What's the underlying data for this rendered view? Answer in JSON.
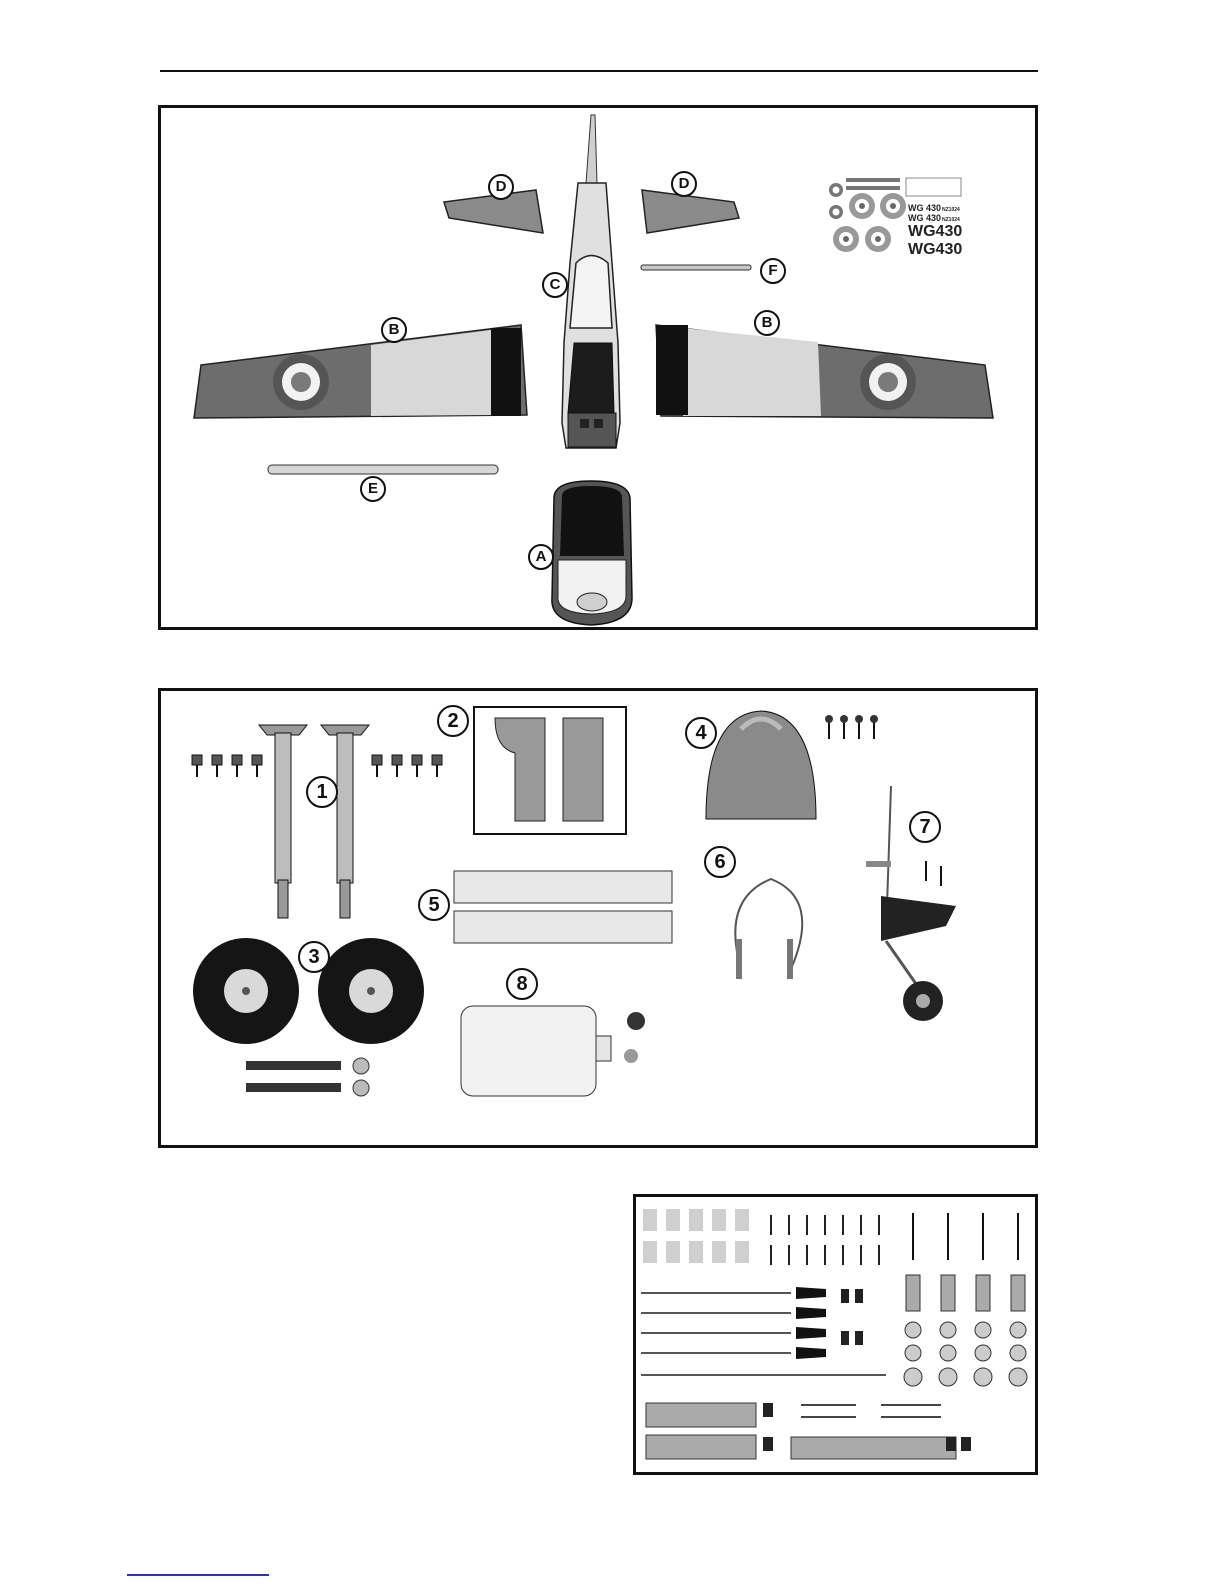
{
  "airframe_panel": {
    "labels": {
      "cowl": "A",
      "wing_left": "B",
      "wing_right": "B",
      "fuselage": "C",
      "stab_left": "D",
      "stab_right": "D",
      "wing_tube": "E",
      "stab_tube": "F"
    },
    "decals": {
      "serial_small_1": "WG 430",
      "serial_small_2": "WG 430",
      "code_small_1": "NZ1024",
      "code_small_2": "NZ1024",
      "serial_large_1": "WG430",
      "serial_large_2": "WG430"
    }
  },
  "parts_panel": {
    "numbers": {
      "main_gear": "1",
      "gear_fairings": "2",
      "wheels": "3",
      "spinner": "4",
      "wing_fillets": "5",
      "pull_pull_cable": "6",
      "tail_wheel": "7",
      "fuel_tank": "8"
    }
  },
  "colors": {
    "roundel_blue": "#4a4a5a",
    "roundel_red": "#7a7a7a",
    "camo": "#6d6d6d",
    "light_grey": "#d4d4d4",
    "outline": "#111111",
    "link_blue": "#2233cc"
  }
}
